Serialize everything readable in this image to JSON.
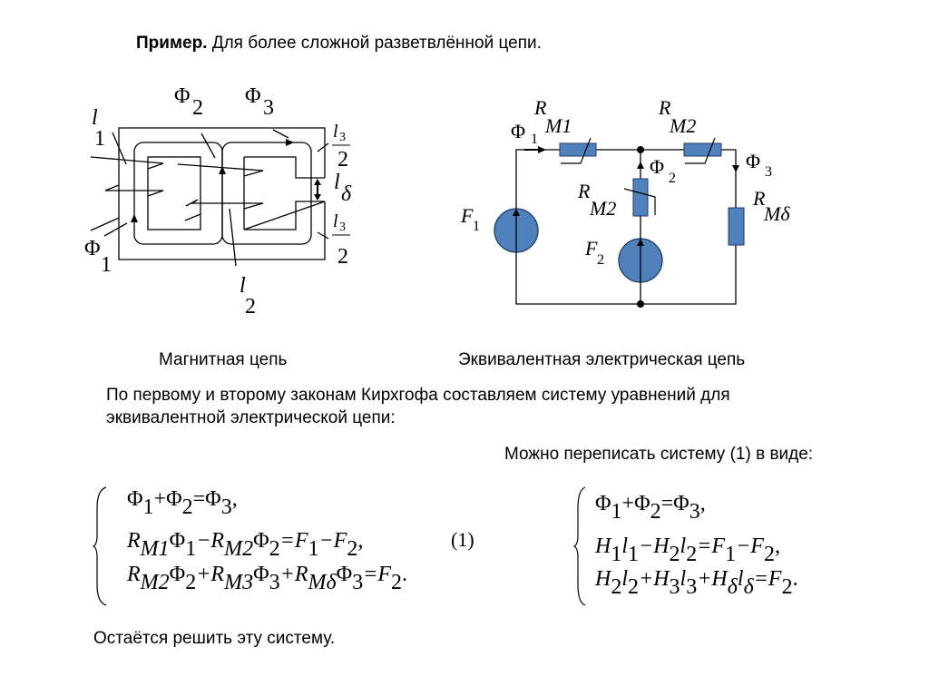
{
  "title": {
    "bold": "Пример.",
    "rest": " Для более сложной разветвлённой цепи."
  },
  "magnetic_circuit": {
    "caption": "Магнитная цепь",
    "labels": {
      "l1": "l",
      "l1_sub": "1",
      "phi2": "Φ",
      "phi2_sub": "2",
      "phi3": "Φ",
      "phi3_sub": "3",
      "l3_top": "l",
      "l3_top_sub": "3",
      "l3_top_den": "2",
      "l_delta": "l",
      "l_delta_sub": "δ",
      "l3_bot": "l",
      "l3_bot_sub": "3",
      "l3_bot_den": "2",
      "phi1": "Φ",
      "phi1_sub": "1",
      "l2": "l",
      "l2_sub": "2"
    }
  },
  "electric_circuit": {
    "caption": "Эквивалентная электрическая цепь",
    "fill_color": "#4F81BD",
    "labels": {
      "phi1": "Φ",
      "phi1_sub": "1",
      "rm1": "R",
      "rm1_sub": "M1",
      "rm2_top": "R",
      "rm2_top_sub": "M2",
      "phi2": "Φ",
      "phi2_sub": "2",
      "phi3": "Φ",
      "phi3_sub": "3",
      "rm2_mid": "R",
      "rm2_mid_sub": "M2",
      "rmd": "R",
      "rmd_sub": "Mδ",
      "f1": "F",
      "f1_sub": "1",
      "f2": "F",
      "f2_sub": "2"
    }
  },
  "paragraph": {
    "line1": "По первому и второму законам Кирхгофа составляем систему уравнений для",
    "line2": "эквивалентной электрической цепи:"
  },
  "rewrite_note": "Можно переписать систему (1) в виде:",
  "system1": {
    "number": "(1)",
    "eq1": [
      "Φ",
      "1",
      "+Φ",
      "2",
      "=Φ",
      "3",
      ","
    ],
    "eq2": [
      "R",
      "M1",
      "Φ",
      "1",
      "−R",
      "M2",
      "Φ",
      "2",
      "=F",
      "1",
      "−F",
      "2",
      ","
    ],
    "eq3": [
      "R",
      "M2",
      "Φ",
      "2",
      "+R",
      "M3",
      "Φ",
      "3",
      "+R",
      "Mδ",
      "Φ",
      "3",
      "=F",
      "2",
      "."
    ]
  },
  "system2": {
    "eq1": [
      "Φ",
      "1",
      "+Φ",
      "2",
      "=Φ",
      "3",
      ","
    ],
    "eq2": [
      "H",
      "1",
      "l",
      "1",
      "−H",
      "2",
      "l",
      "2",
      "=F",
      "1",
      "−F",
      "2",
      ","
    ],
    "eq3": [
      "H",
      "2",
      "l",
      "2",
      "+H",
      "3",
      "l",
      "3",
      "+H",
      "δ",
      "l",
      "δ",
      "=F",
      "2",
      "."
    ]
  },
  "conclusion": "Остаётся решить эту систему."
}
